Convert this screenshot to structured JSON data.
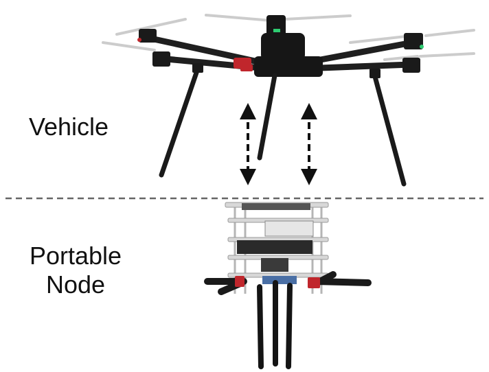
{
  "labels": {
    "vehicle": "Vehicle",
    "portable_line1": "Portable",
    "portable_line2": "Node"
  },
  "colors": {
    "frame": "#1a1a1a",
    "arm": "#222222",
    "accent_red": "#c0262c",
    "led_green": "#2ecc71",
    "propeller": "#bdbdbd",
    "divider": "#666666",
    "rack_plate": "#d8d8d8",
    "rod": "#b5b5b5"
  },
  "icons": {
    "drone": "quadcopter-drone-icon",
    "node": "portable-node-rack-icon",
    "arrow": "bidirectional-dashed-arrow-icon"
  }
}
